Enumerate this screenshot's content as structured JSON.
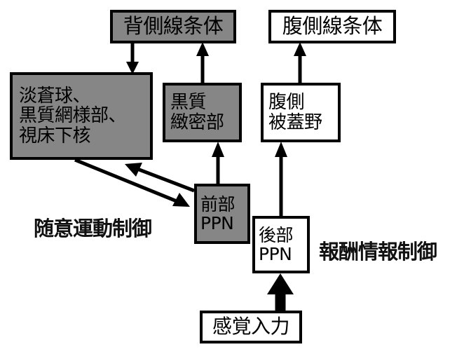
{
  "diagram": {
    "title_text": "",
    "colors": {
      "node_fill_highlight": "#868686",
      "node_fill_plain": "#ffffff",
      "stroke": "#000000",
      "background": "#ffffff"
    },
    "nodes": [
      {
        "id": "dorsal-striatum",
        "label": "背側線条体",
        "lines": [
          "背側線条体"
        ],
        "fill": "gray"
      },
      {
        "id": "ventral-striatum",
        "label": "腹側線条体",
        "lines": [
          "腹側線条体"
        ],
        "fill": "white"
      },
      {
        "id": "basal-ganglia-output",
        "label": "淡蒼球、黒質網様部、視床下核",
        "lines": [
          "淡蒼球、",
          "黒質網様部、",
          "視床下核"
        ],
        "fill": "gray"
      },
      {
        "id": "substantia-nigra-compacta",
        "label": "黒質緻密部",
        "lines": [
          "黒質",
          "緻密部"
        ],
        "fill": "gray"
      },
      {
        "id": "ventral-tegmental-area",
        "label": "腹側被蓋野",
        "lines": [
          "腹側",
          "被蓋野"
        ],
        "fill": "white"
      },
      {
        "id": "anterior-ppn",
        "label": "前部PPN",
        "lines": [
          "前部",
          "PPN"
        ],
        "fill": "gray"
      },
      {
        "id": "posterior-ppn",
        "label": "後部PPN",
        "lines": [
          "後部",
          "PPN"
        ],
        "fill": "white"
      },
      {
        "id": "sensory-input",
        "label": "感覚入力",
        "lines": [
          "感覚入力"
        ],
        "fill": "white"
      }
    ],
    "captions": [
      {
        "id": "voluntary-motor-control",
        "text": "随意運動制御"
      },
      {
        "id": "reward-information-control",
        "text": "報酬情報制御"
      }
    ],
    "edges": [
      {
        "id": "dorsal-striatum-to-basal-ganglia",
        "from": "背側線条体",
        "to": "淡蒼球、黒質網様部、視床下核",
        "direction": "down",
        "style": "thin"
      },
      {
        "id": "snc-to-dorsal-striatum",
        "from": "黒質緻密部",
        "to": "背側線条体",
        "direction": "up",
        "style": "thin"
      },
      {
        "id": "vta-to-ventral-striatum",
        "from": "腹側被蓋野",
        "to": "腹側線条体",
        "direction": "up",
        "style": "thin"
      },
      {
        "id": "anterior-ppn-to-snc",
        "from": "前部PPN",
        "to": "黒質緻密部",
        "direction": "up",
        "style": "thin"
      },
      {
        "id": "posterior-ppn-to-vta",
        "from": "後部PPN",
        "to": "腹側被蓋野",
        "direction": "up",
        "style": "thin"
      },
      {
        "id": "sensory-input-to-posterior-ppn",
        "from": "感覚入力",
        "to": "後部PPN",
        "direction": "up",
        "style": "thick"
      },
      {
        "id": "basal-ganglia-to-anterior-ppn",
        "from": "淡蒼球、黒質網様部、視床下核",
        "to": "前部PPN",
        "direction": "bidirectional",
        "style": "diagonal"
      }
    ]
  }
}
